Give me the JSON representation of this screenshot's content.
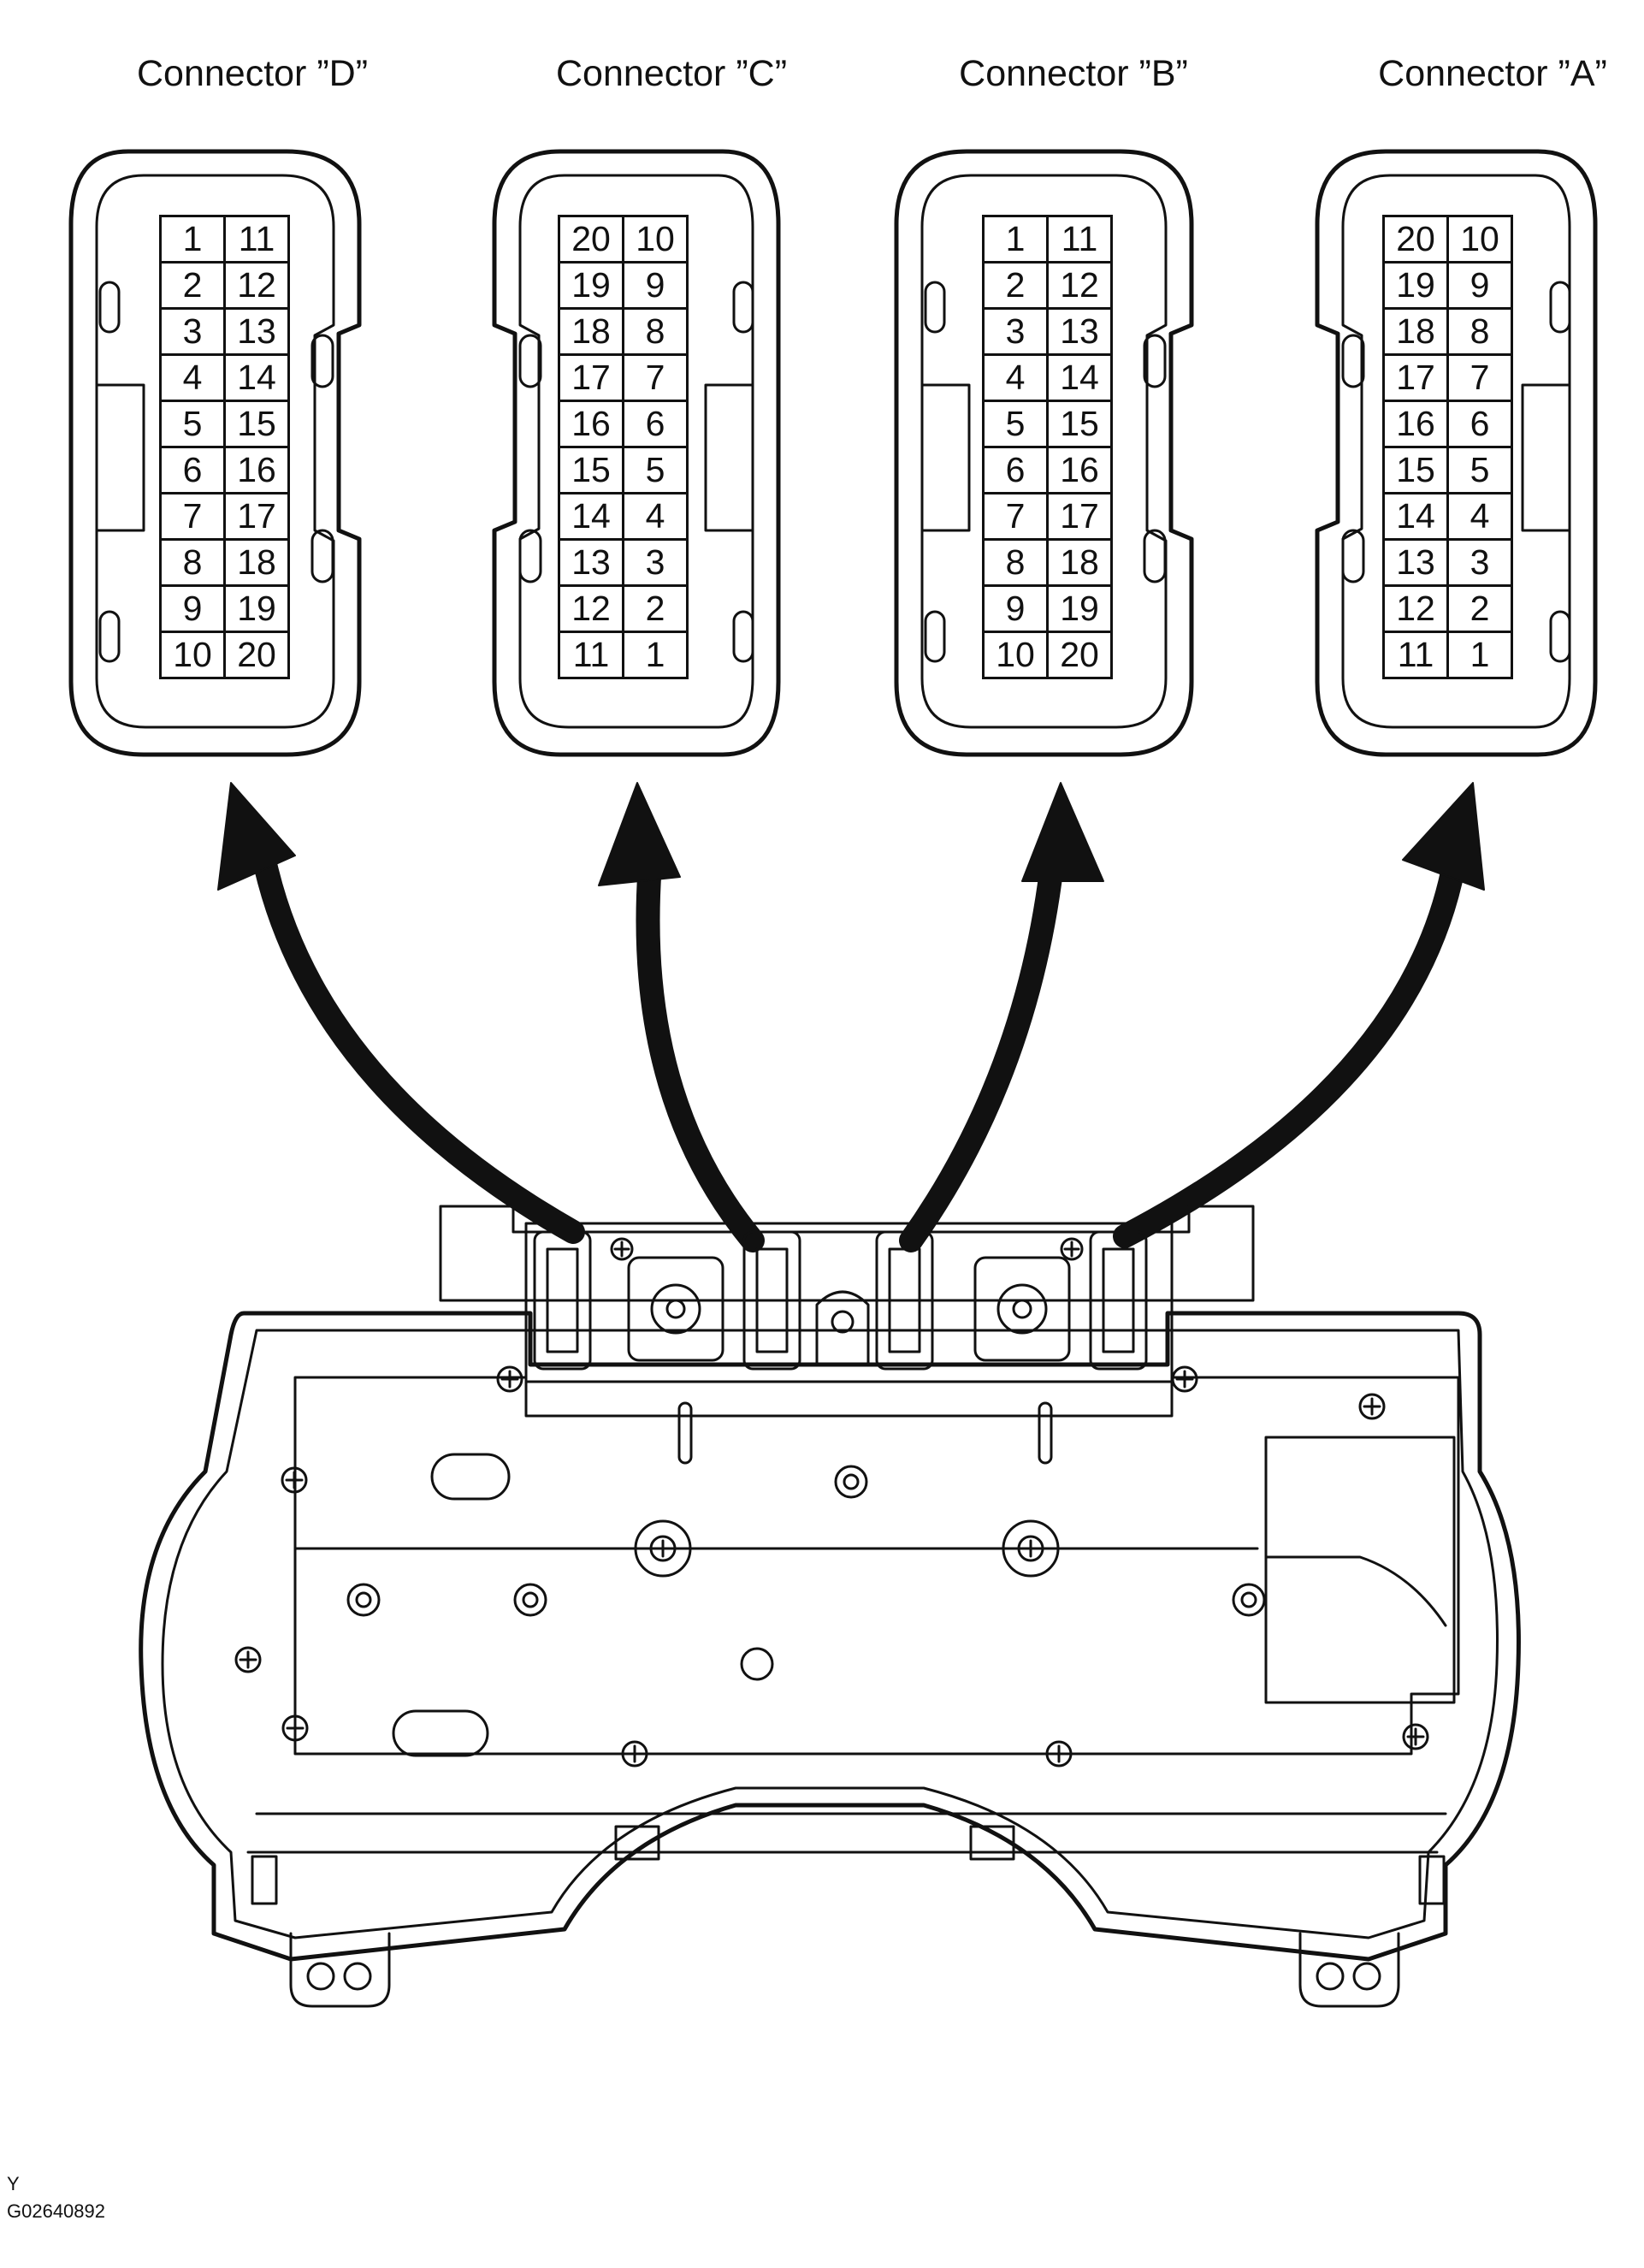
{
  "connectors": [
    {
      "label": "Connector ”D”",
      "rows": [
        [
          "1",
          "11"
        ],
        [
          "2",
          "12"
        ],
        [
          "3",
          "13"
        ],
        [
          "4",
          "14"
        ],
        [
          "5",
          "15"
        ],
        [
          "6",
          "16"
        ],
        [
          "7",
          "17"
        ],
        [
          "8",
          "18"
        ],
        [
          "9",
          "19"
        ],
        [
          "10",
          "20"
        ]
      ]
    },
    {
      "label": "Connector ”C”",
      "rows": [
        [
          "20",
          "10"
        ],
        [
          "19",
          "9"
        ],
        [
          "18",
          "8"
        ],
        [
          "17",
          "7"
        ],
        [
          "16",
          "6"
        ],
        [
          "15",
          "5"
        ],
        [
          "14",
          "4"
        ],
        [
          "13",
          "3"
        ],
        [
          "12",
          "2"
        ],
        [
          "11",
          "1"
        ]
      ]
    },
    {
      "label": "Connector ”B”",
      "rows": [
        [
          "1",
          "11"
        ],
        [
          "2",
          "12"
        ],
        [
          "3",
          "13"
        ],
        [
          "4",
          "14"
        ],
        [
          "5",
          "15"
        ],
        [
          "6",
          "16"
        ],
        [
          "7",
          "17"
        ],
        [
          "8",
          "18"
        ],
        [
          "9",
          "19"
        ],
        [
          "10",
          "20"
        ]
      ]
    },
    {
      "label": "Connector ”A”",
      "rows": [
        [
          "20",
          "10"
        ],
        [
          "19",
          "9"
        ],
        [
          "18",
          "8"
        ],
        [
          "17",
          "7"
        ],
        [
          "16",
          "6"
        ],
        [
          "15",
          "5"
        ],
        [
          "14",
          "4"
        ],
        [
          "13",
          "3"
        ],
        [
          "12",
          "2"
        ],
        [
          "11",
          "1"
        ]
      ]
    }
  ],
  "footer": {
    "code_letter": "Y",
    "figure_id": "G02640892"
  }
}
